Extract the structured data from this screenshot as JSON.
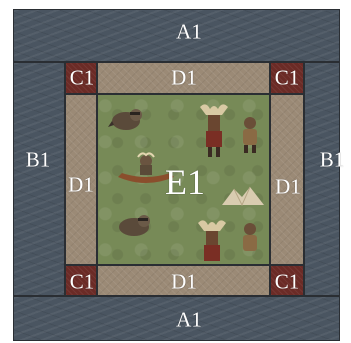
{
  "blocks": {
    "a1": "A1",
    "b1": "B1",
    "c1": "C1",
    "d1": "D1",
    "e1": "E1"
  },
  "colors": {
    "outer_border": "#4a5561",
    "inner_border": "#9b8a76",
    "corner_squares": "#6b2b26",
    "center": "#778a57"
  },
  "icons": [
    "raccoon-icon",
    "moose-icon",
    "canoe-icon",
    "bear-icon",
    "tent-icon"
  ]
}
